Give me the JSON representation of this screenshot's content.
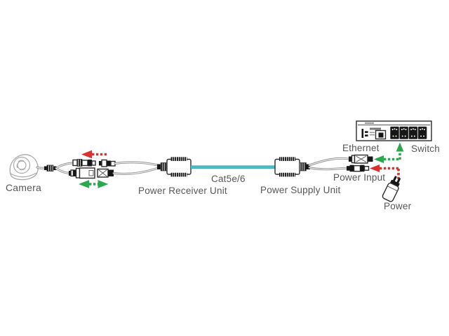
{
  "labels": {
    "camera": "Camera",
    "power_receiver_unit": "Power Receiver Unit",
    "cable_type": "Cat5e/6",
    "power_supply_unit": "Power Supply Unit",
    "ethernet": "Ethernet",
    "switch": "Switch",
    "power_input": "Power Input",
    "power": "Power"
  },
  "colors": {
    "background": "#ffffff",
    "cable": "#45c0cf",
    "cable_edge": "#2a98a8",
    "arrow_red": "#d8322e",
    "arrow_green": "#2aa84f",
    "line": "#2b2b2b",
    "label_text": "#575757"
  }
}
